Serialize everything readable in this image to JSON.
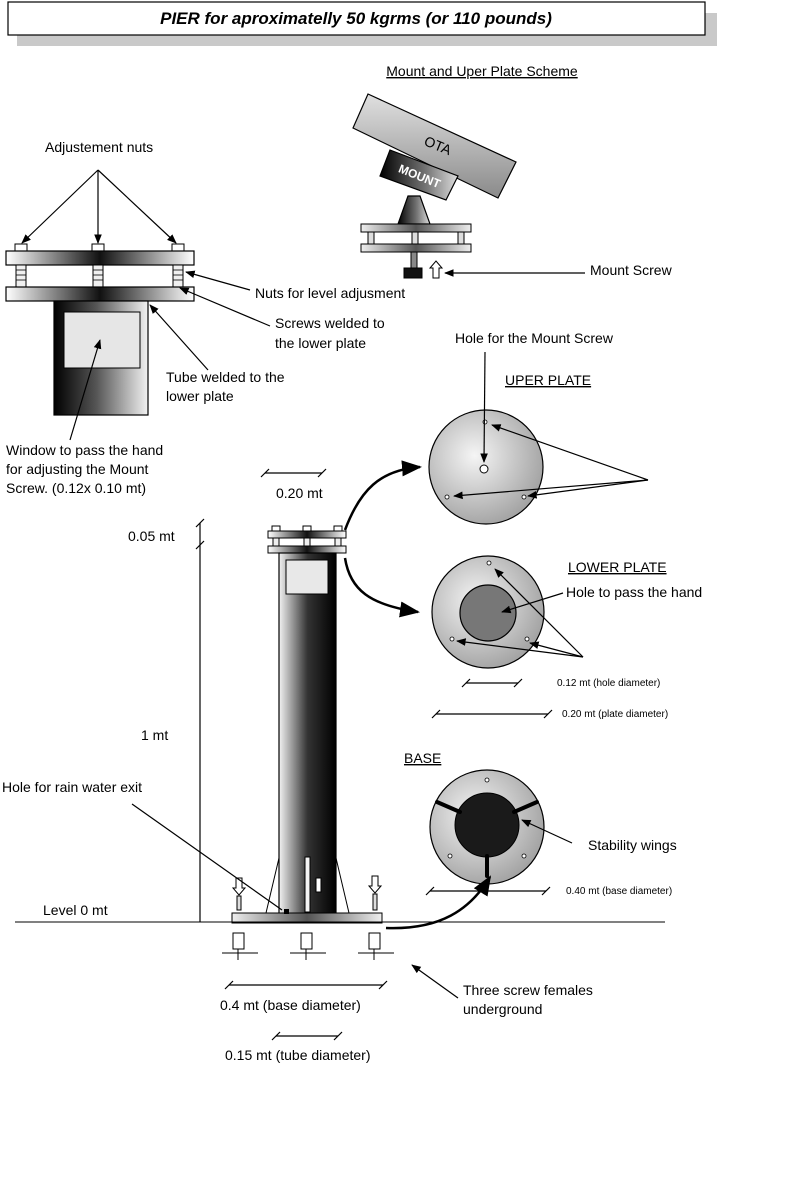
{
  "title": "PIER for aproximatelly 50 kgrms (or 110 pounds)",
  "mount_scheme": {
    "heading": "Mount and Uper Plate Scheme",
    "ota_label": "OTA",
    "mount_label": "MOUNT",
    "mount_screw": "Mount Screw"
  },
  "detail": {
    "adjustment_nuts": "Adjustement nuts",
    "nuts_level": "Nuts for level adjusment",
    "screws_welded_1": "Screws welded to",
    "screws_welded_2": "the lower plate",
    "tube_welded_1": "Tube welded to the",
    "tube_welded_2": "lower plate",
    "window_1": "Window to pass the hand",
    "window_2": "for adjusting the Mount",
    "window_3": "Screw. (0.12x 0.10 mt)"
  },
  "upper_plate": {
    "hole_label": "Hole for the Mount Screw",
    "heading": "UPER PLATE"
  },
  "lower_plate": {
    "heading": "LOWER PLATE",
    "hole_hand": "Hole to pass the hand",
    "hole_diameter": "0.12 mt (hole diameter)",
    "plate_diameter": "0.20 mt (plate diameter)"
  },
  "base": {
    "heading": "BASE",
    "stability_wings": "Stability wings",
    "base_diameter": "0.40 mt (base diameter)"
  },
  "pier": {
    "dim_020": "0.20 mt",
    "dim_005": "0.05 mt",
    "dim_1": "1 mt",
    "rain_hole": "Hole for rain water exit",
    "level_0": "Level 0 mt",
    "base_dia": "0.4 mt (base diameter)",
    "tube_dia": "0.15 mt (tube diameter)",
    "screw_females_1": "Three screw females",
    "screw_females_2": "underground"
  }
}
